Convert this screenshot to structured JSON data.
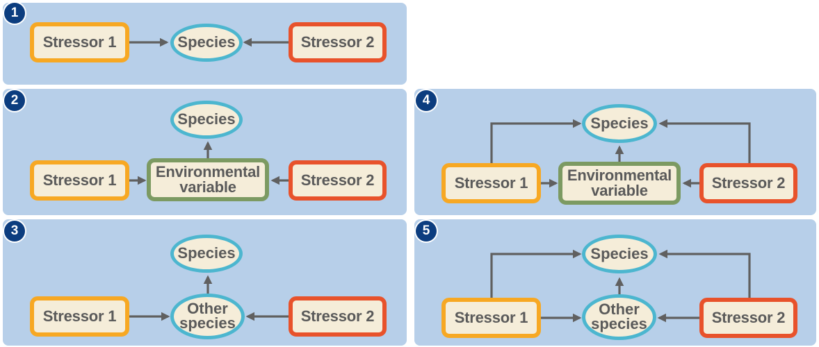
{
  "panels": {
    "p1": {
      "badge": "1"
    },
    "p2": {
      "badge": "2"
    },
    "p3": {
      "badge": "3"
    },
    "p4": {
      "badge": "4"
    },
    "p5": {
      "badge": "5"
    }
  },
  "labels": {
    "stressor1": "Stressor 1",
    "stressor2": "Stressor 2",
    "species": "Species",
    "environmental_variable": "Environmental\nvariable",
    "other_species": "Other\nspecies"
  },
  "colors": {
    "panel_bg": "#b7cfe9",
    "badge": "#0c3d7f",
    "stressor1_border": "#f7a823",
    "stressor2_border": "#e8522b",
    "species_border": "#4cb6cf",
    "environmental_border": "#7c9a62",
    "node_fill": "#f5edd9",
    "arrow": "#606060"
  }
}
